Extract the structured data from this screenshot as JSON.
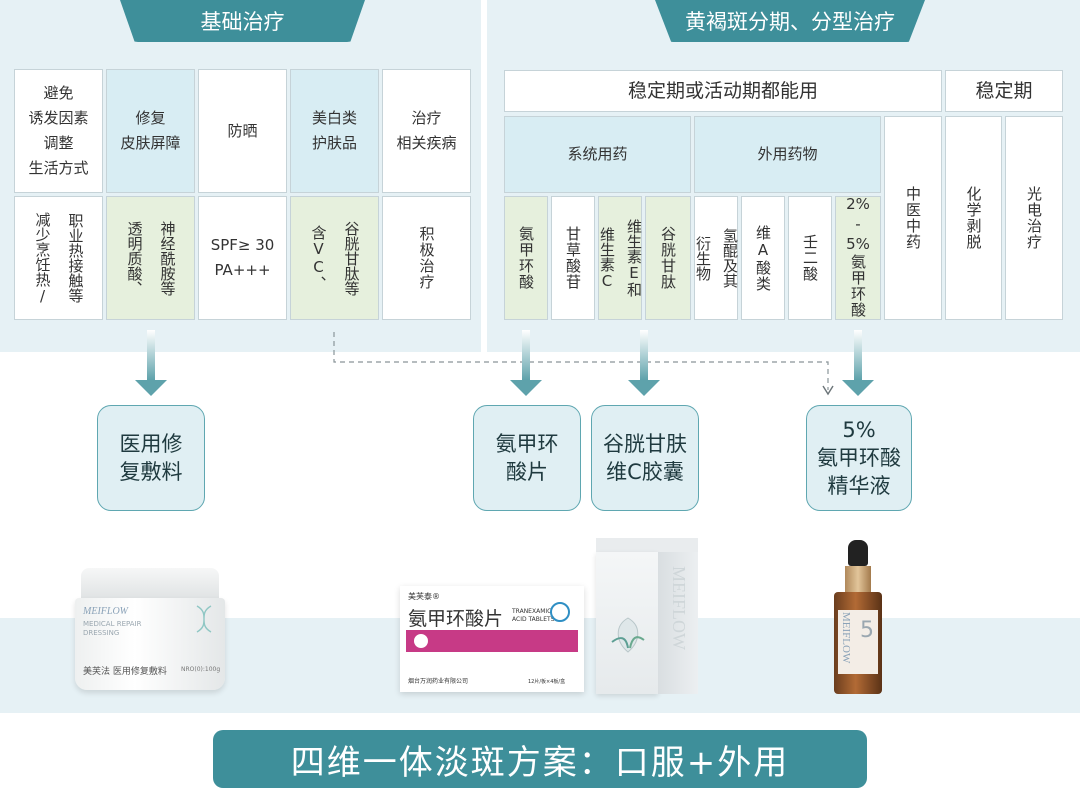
{
  "tabs": {
    "basic": "基础治疗",
    "stage": "黄褐斑分期、分型治疗"
  },
  "basic": {
    "col1": {
      "top": [
        "避免",
        "诱发因素",
        "调整",
        "生活方式"
      ],
      "bottom": [
        "职业热接触等",
        "减少烹饪热/"
      ]
    },
    "col2": {
      "top": [
        "修复",
        "皮肤屏障"
      ],
      "bottom": [
        "神经酰胺等",
        "透明质酸、"
      ]
    },
    "col3": {
      "top": "防晒",
      "bottom": [
        "SPF≥ 30",
        "PA+++"
      ]
    },
    "col4": {
      "top": [
        "美白类",
        "护肤品"
      ],
      "bottom": [
        "谷胱甘肽等",
        "含VC、"
      ]
    },
    "col5": {
      "top": [
        "治疗",
        "相关疾病"
      ],
      "bottom": "积极治疗"
    }
  },
  "stage": {
    "both_header": "稳定期或活动期都能用",
    "stable_header": "稳定期",
    "systemic_header": "系统用药",
    "topical_header": "外用药物",
    "systemic": [
      "氨甲环酸",
      "甘草酸苷",
      [
        "维生素E和",
        "维生素C"
      ],
      "谷胱甘肽"
    ],
    "topical": [
      [
        "氢醌及其",
        "衍生物"
      ],
      "维A酸类",
      "壬二酸",
      [
        "2%",
        "-",
        "5%",
        "氨甲环酸"
      ]
    ],
    "tcm": "中医中药",
    "stable": [
      "化学剥脱",
      "光电治疗"
    ]
  },
  "products": {
    "dressing": [
      "医用修",
      "复敷料"
    ],
    "tablet": [
      "氨甲环",
      "酸片"
    ],
    "capsule": [
      "谷胱甘肤",
      "维C胶囊"
    ],
    "essence": [
      "5%",
      "氨甲环酸",
      "精华液"
    ]
  },
  "packages": {
    "jar_brand": "MEIFLOW",
    "jar_sub1": "MEDICAL REPAIR",
    "jar_sub2": "DRESSING",
    "jar_cn": "美芙法",
    "jar_name": "医用修复敷料",
    "jar_weight": "NRO(0):100g",
    "box_brand": "美芙泰®",
    "box_title": "氨甲环酸片",
    "box_en1": "TRANEXAMIC",
    "box_en2": "ACID TABLETS",
    "box_spec": "12片/板×4板/盒",
    "box_maker": "烟台万润药业有限公司",
    "capbox_brand": "MEIFLOW",
    "bottle_brand": "MEIFLOW",
    "bottle_num": "5"
  },
  "footer": "四维一体淡斑方案：口服+外用",
  "colors": {
    "teal": "#3e8f9a",
    "panel": "#e6f1f5",
    "highlight_blue": "#d8edf3",
    "highlight_green": "#e6f0dd"
  }
}
